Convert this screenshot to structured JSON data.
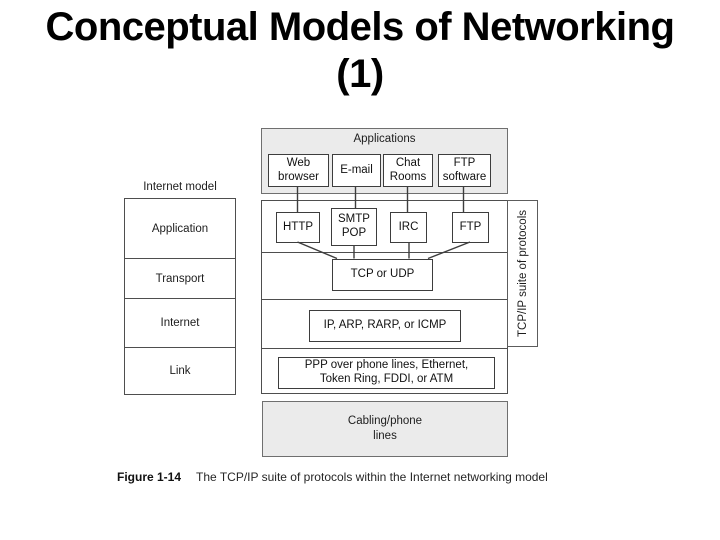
{
  "slide": {
    "title_line1": "Conceptual Models of Networking",
    "title_line2": "(1)"
  },
  "diagram": {
    "internet_model_label": "Internet model",
    "layers": [
      "Application",
      "Transport",
      "Internet",
      "Link"
    ],
    "applications_header": "Applications",
    "applications": [
      "Web browser",
      "E-mail",
      "Chat Rooms",
      "FTP software"
    ],
    "protocols_row": [
      "HTTP",
      "SMTP POP",
      "IRC",
      "FTP"
    ],
    "transport_box": "TCP or UDP",
    "internet_box": "IP, ARP, RARP, or ICMP",
    "link_box": {
      "line1": "PPP over phone lines, Ethernet,",
      "line2": "Token Ring, FDDI, or ATM"
    },
    "physical_box": {
      "line1": "Cabling/phone",
      "line2": "lines"
    },
    "suite_label": "TCP/IP suite of protocols",
    "colors": {
      "panel_fill_gray": "#ebebeb",
      "box_border": "#3d3d3d",
      "line": "#4e4e4e"
    }
  },
  "caption": {
    "figure_label": "Figure 1-14",
    "text": "The TCP/IP suite of protocols within the Internet networking model"
  }
}
